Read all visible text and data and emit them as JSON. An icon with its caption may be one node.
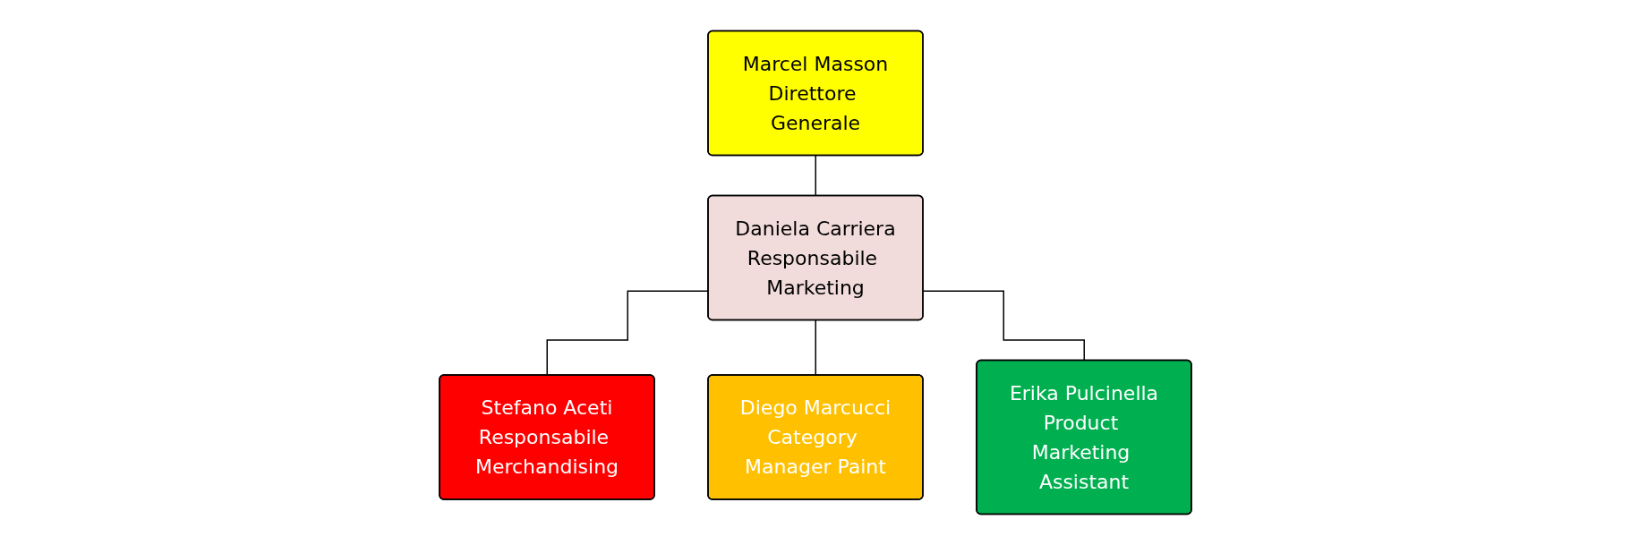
{
  "diagram": {
    "nodes": [
      {
        "text": [
          "Marcel Masson",
          "Direttore Generale"
        ]
      },
      {
        "text": [
          "Daniela Carriera",
          "Responsabile Marketing"
        ]
      },
      {
        "text": [
          "Stefano Aceti",
          "Responsabile Merchandising"
        ]
      },
      {
        "text": [
          "Diego Marcucci",
          "Category Manager Paint"
        ]
      },
      {
        "text": [
          "Erika Pulcinella",
          "Product Marketing Assistant"
        ]
      }
    ],
    "edges": [
      {
        "from": 0,
        "to": 1,
        "arrow": "none"
      },
      {
        "from": 1,
        "to": 2,
        "arrow": "none"
      },
      {
        "from": 1,
        "to": 3,
        "arrow": "none"
      },
      {
        "from": 1,
        "to": 4,
        "arrow": "none"
      }
    ]
  }
}
